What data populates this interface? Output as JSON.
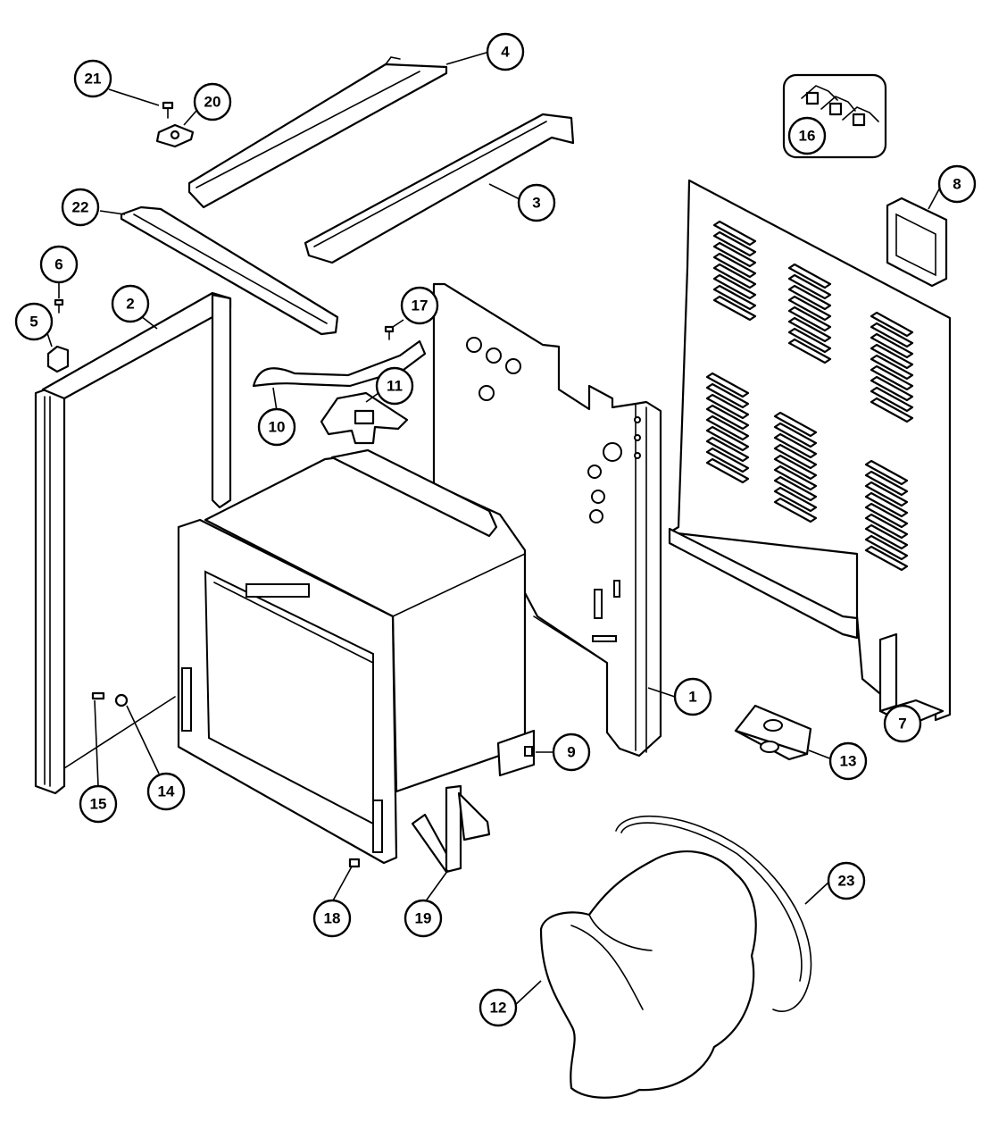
{
  "diagram": {
    "callouts": [
      {
        "label": "1"
      },
      {
        "label": "2"
      },
      {
        "label": "3"
      },
      {
        "label": "4"
      },
      {
        "label": "5"
      },
      {
        "label": "6"
      },
      {
        "label": "7"
      },
      {
        "label": "8"
      },
      {
        "label": "9"
      },
      {
        "label": "10"
      },
      {
        "label": "11"
      },
      {
        "label": "12"
      },
      {
        "label": "13"
      },
      {
        "label": "14"
      },
      {
        "label": "15"
      },
      {
        "label": "16"
      },
      {
        "label": "17"
      },
      {
        "label": "18"
      },
      {
        "label": "19"
      },
      {
        "label": "20"
      },
      {
        "label": "21"
      },
      {
        "label": "22"
      },
      {
        "label": "23"
      }
    ]
  }
}
